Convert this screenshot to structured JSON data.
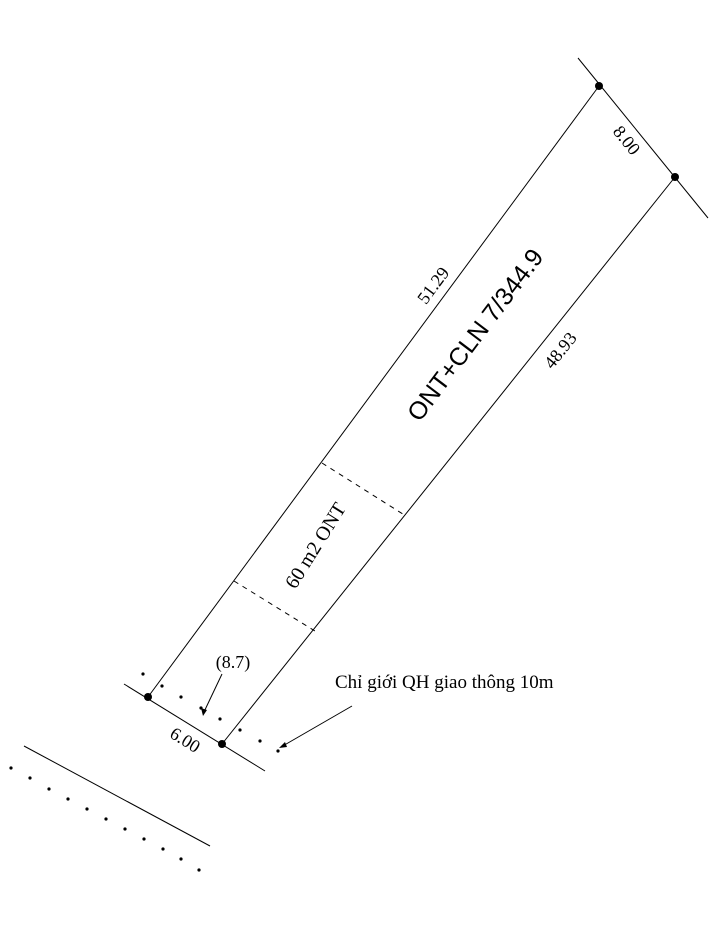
{
  "diagram": {
    "parcel_label": "ONT+CLN 7/344.9",
    "residential_area_label": "60 m2 ONT",
    "dimensions": {
      "top_edge": "8.00",
      "left_edge": "51.29",
      "right_edge": "48.93",
      "bottom_edge": "6.00",
      "setback": "(8.7)"
    },
    "annotation": "Chỉ giới QH giao thông 10m",
    "colors": {
      "line": "#000000",
      "background": "#ffffff"
    }
  }
}
